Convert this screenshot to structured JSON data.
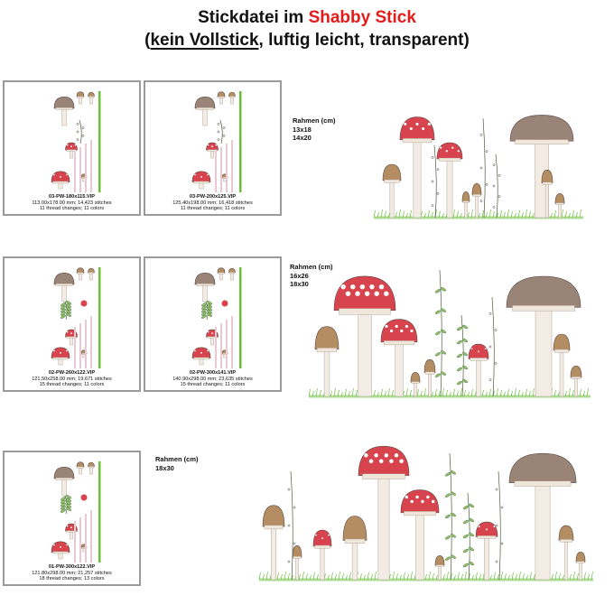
{
  "header": {
    "line1_prefix": "Stickdatei im ",
    "line1_highlight": "Shabby Stick",
    "line2_open": "(",
    "line2_underlined": "kein Vollstick",
    "line2_rest": ", luftig leicht, transparent)"
  },
  "colors": {
    "highlight": "#e21b1b",
    "card_border": "#9a9a9a",
    "mushroom_red": "#d8444d",
    "mushroom_brown": "#9a8478",
    "grass_green": "#6cbf3a"
  },
  "cards": [
    {
      "file": "03-PW-180x115.VIP",
      "size": "113.00x178.00 mm; 14,423 stitches",
      "threads": "11 thread changes; 11 colors"
    },
    {
      "file": "03-PW-200x125.VIP",
      "size": "125.40x198.00 mm; 16,418 stitches",
      "threads": "11 thread changes; 11 colors"
    },
    {
      "file": "02-PW-260x122.VIP",
      "size": "121.50x258.00 mm; 19,671 stitches",
      "threads": "15 thread changes; 11 colors"
    },
    {
      "file": "02-PW-300x141.VIP",
      "size": "140.90x298.00 mm; 23,635 stitches",
      "threads": "15 thread changes; 11 colors"
    },
    {
      "file": "01-PW-300x122.VIP",
      "size": "121.80x298.00 mm; 21,257 stitches",
      "threads": "18 thread changes; 13 colors"
    }
  ],
  "frames": [
    {
      "label": "Rahmen (cm)",
      "sizes": [
        "13x18",
        "14x20"
      ]
    },
    {
      "label": "Rahmen (cm)",
      "sizes": [
        "16x26",
        "18x30"
      ]
    },
    {
      "label": "Rahmen (cm)",
      "sizes": [
        "18x30"
      ]
    }
  ]
}
